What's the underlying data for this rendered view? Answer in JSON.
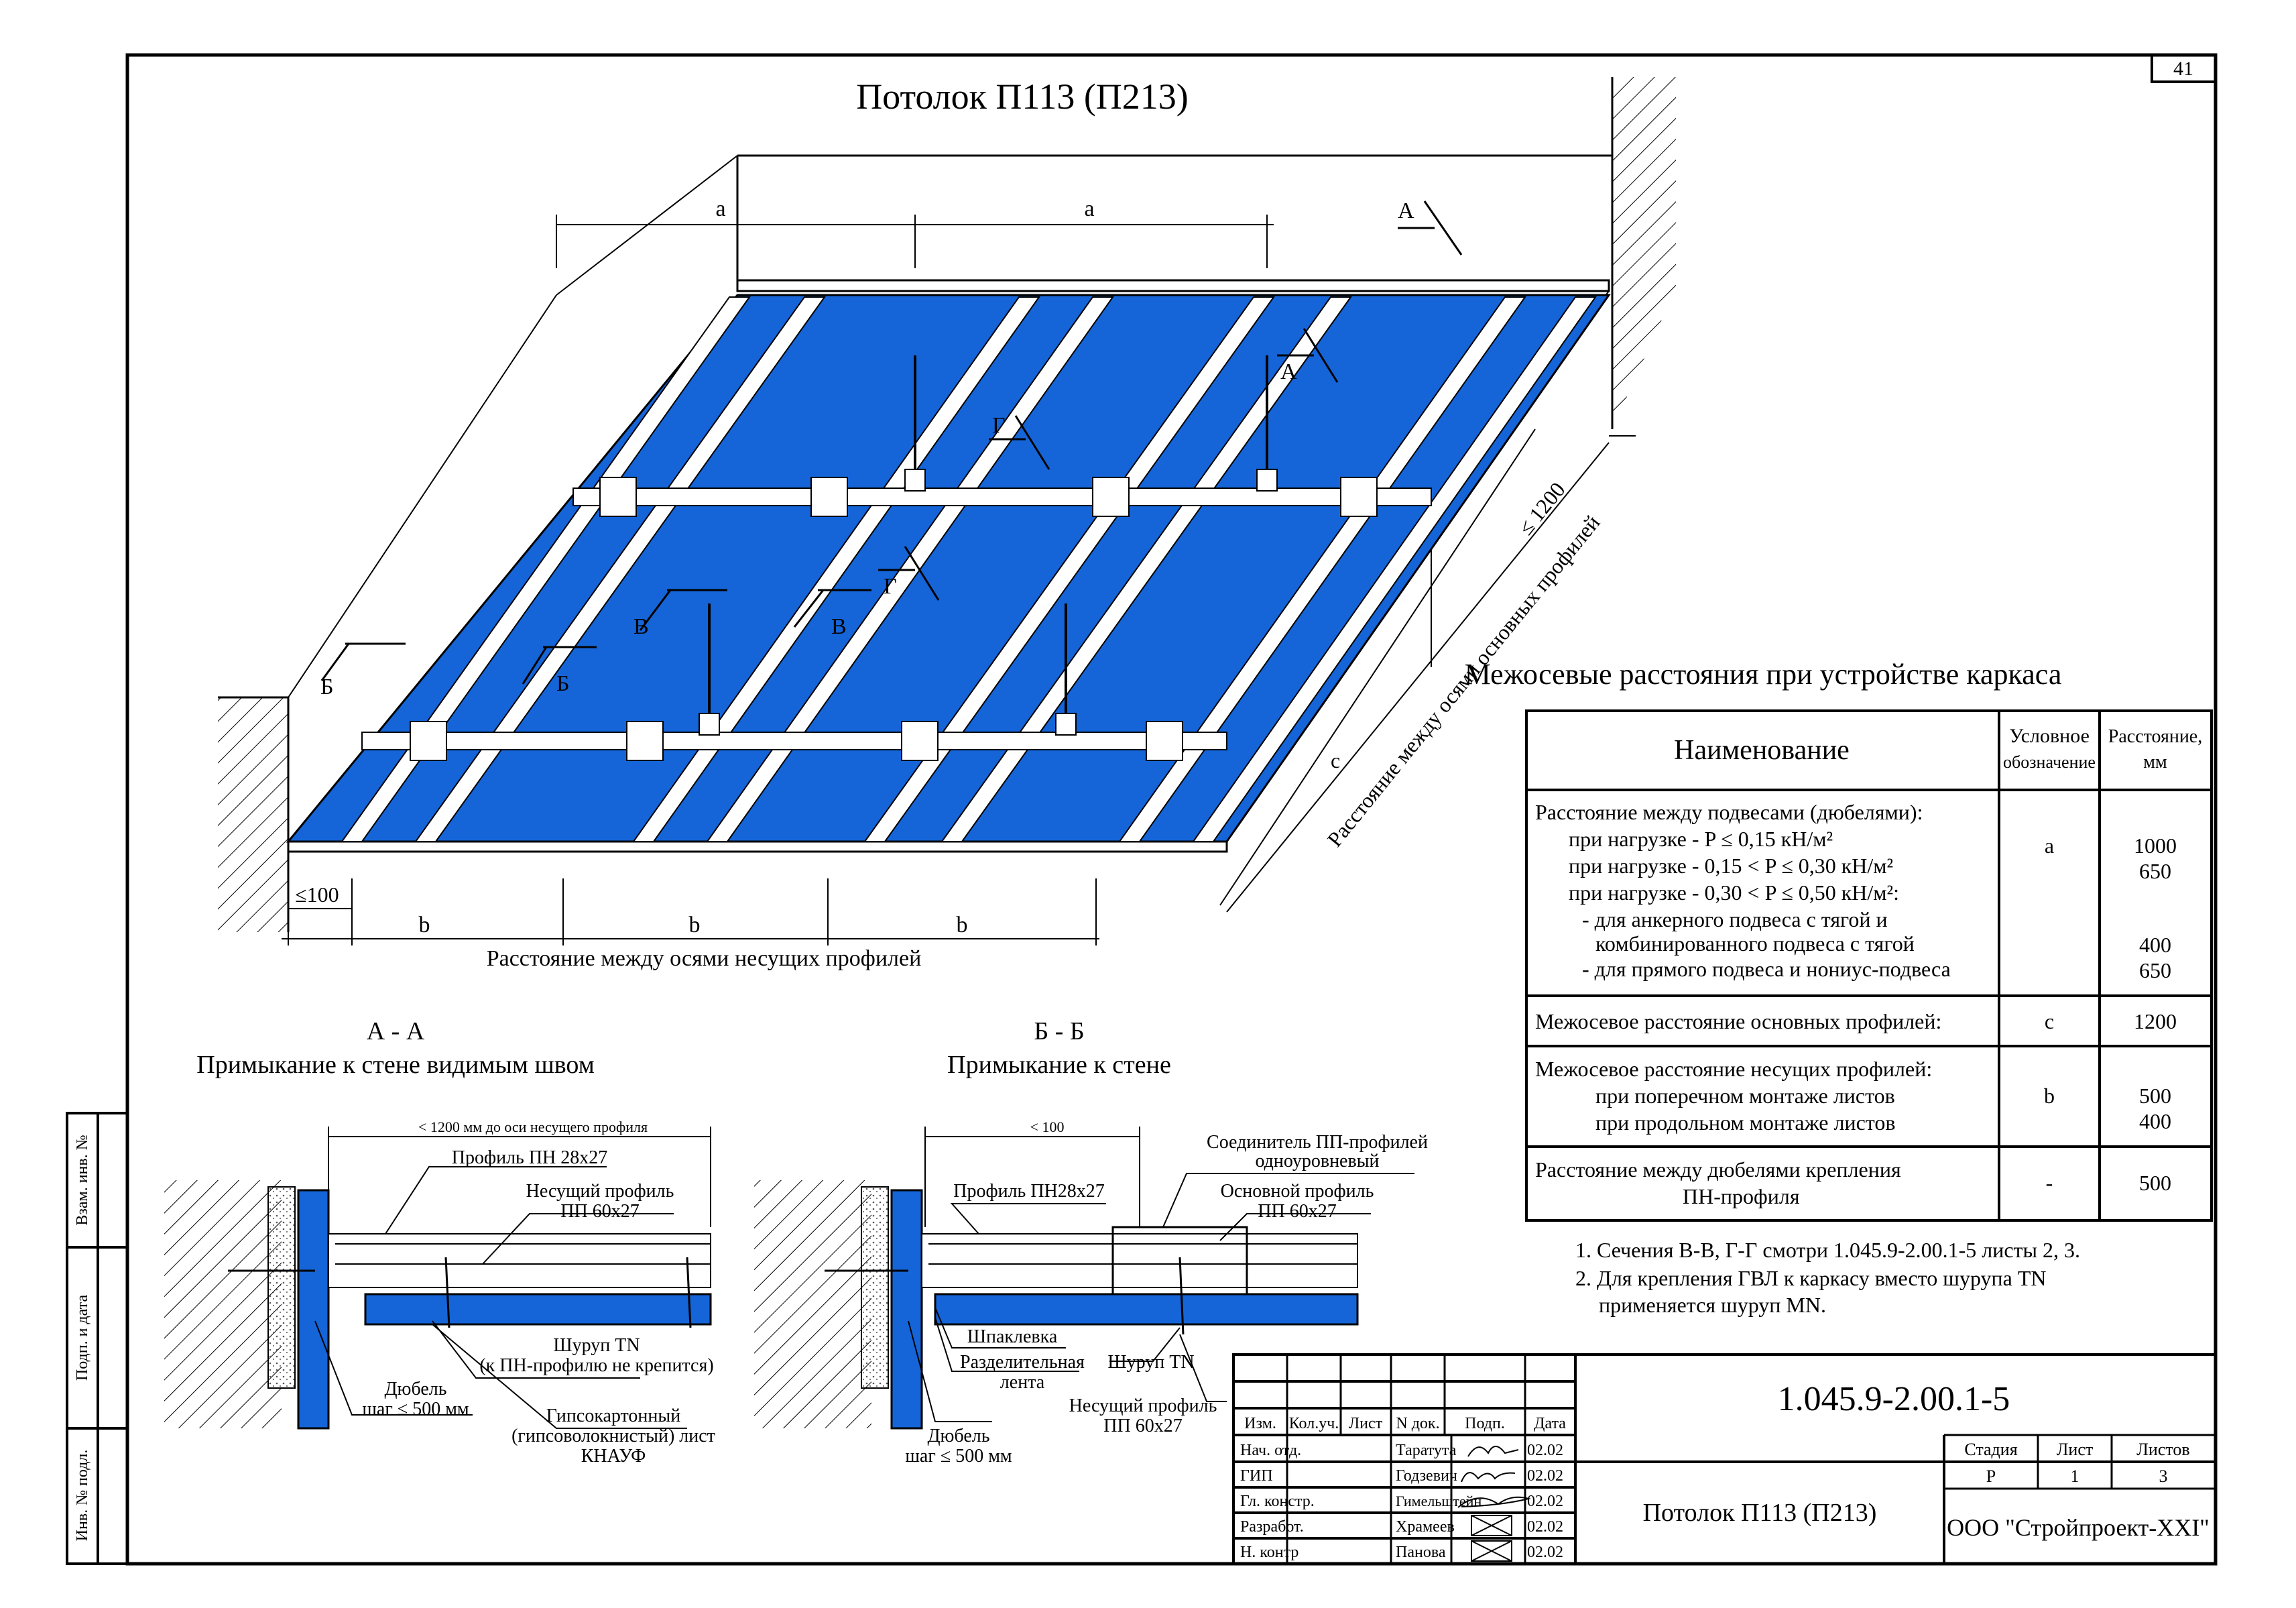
{
  "sheet_number": "41",
  "title": "Потолок П113 (П213)",
  "iso": {
    "dim_a": "a",
    "dim_b": "b",
    "dim_c": "c",
    "edge_100": "≤100",
    "c_max": "≤ 1200",
    "label_main_axes": "Расстояние между осями основных профилей",
    "label_bearing_axes": "Расстояние между осями несущих профилей",
    "sec_A": "А",
    "sec_B": "Б",
    "sec_V": "В",
    "sec_G": "Г"
  },
  "table": {
    "title": "Межосевые расстояния при устройстве каркаса",
    "headers": {
      "name": "Наименование",
      "symbol_1": "Условное",
      "symbol_2": "обозначение",
      "dist_1": "Расстояние,",
      "dist_2": "мм"
    },
    "row1": {
      "lines": [
        "Расстояние между подвесами (дюбелями):",
        "при нагрузке -             P ≤ 0,15 кН/м²",
        "при нагрузке -  0,15 < P ≤ 0,30 кН/м²",
        "при нагрузке -  0,30 < P ≤ 0,50 кН/м²:",
        "- для анкерного подвеса с тягой и",
        "комбинированного подвеса с тягой",
        "- для прямого подвеса и нониус-подвеса"
      ],
      "symbol": "a",
      "values": [
        "1000",
        "650",
        "400",
        "650"
      ]
    },
    "row2": {
      "name": "Межосевое расстояние основных профилей:",
      "symbol": "c",
      "value": "1200"
    },
    "row3": {
      "lines": [
        "Межосевое расстояние несущих профилей:",
        "при поперечном монтаже листов",
        "при продольном монтаже листов"
      ],
      "symbol": "b",
      "values": [
        "500",
        "400"
      ]
    },
    "row4": {
      "lines": [
        "Расстояние между дюбелями крепления",
        "ПН-профиля"
      ],
      "symbol": "-",
      "value": "500"
    }
  },
  "notes": [
    "1. Сечения В-В, Г-Г смотри 1.045.9-2.00.1-5 листы 2, 3.",
    "2. Для крепления ГВЛ к каркасу вместо шурупа TN",
    "применяется шуруп MN."
  ],
  "sectionA": {
    "title": "А - А",
    "subtitle": "Примыкание к стене видимым швом",
    "dim": "< 1200 мм до оси несущего профиля",
    "labels": {
      "pn": "Профиль ПН 28х27",
      "carrier_1": "Несущий профиль",
      "carrier_2": "ПП 60х27",
      "screw_1": "Шуруп TN",
      "screw_2": "(к ПН-профилю не крепится)",
      "dowel_1": "Дюбель",
      "dowel_2": "шаг ≤ 500 мм",
      "board_1": "Гипсокартонный",
      "board_2": "(гипсоволокнистый) лист",
      "board_3": "КНАУФ"
    }
  },
  "sectionB": {
    "title": "Б - Б",
    "subtitle": "Примыкание к стене",
    "dim": "< 100",
    "labels": {
      "connector_1": "Соединитель ПП-профилей",
      "connector_2": "одноуровневый",
      "pn": "Профиль ПН28х27",
      "main_1": "Основной профиль",
      "main_2": "ПП 60х27",
      "putty": "Шпаклевка",
      "tape_1": "Разделительная",
      "tape_2": "лента",
      "screw": "Шуруп TN",
      "carrier_1": "Несущий профиль",
      "carrier_2": "ПП 60х27",
      "dowel_1": "Дюбель",
      "dowel_2": "шаг ≤ 500 мм"
    }
  },
  "side_stamp": [
    "Взам. инв. №",
    "Подп. и дата",
    "Инв. № подл."
  ],
  "stamp": {
    "code": "1.045.9-2.00.1-5",
    "headers": [
      "Изм.",
      "Кол.уч.",
      "Лист",
      "N док.",
      "Подп.",
      "Дата"
    ],
    "rows": [
      {
        "role": "Нач. отд.",
        "name": "Таратута",
        "date": "02.02"
      },
      {
        "role": "ГИП",
        "name": "Годзевич",
        "date": "02.02"
      },
      {
        "role": "Гл. констр.",
        "name": "Гимельштейн",
        "date": "02.02"
      },
      {
        "role": "Разработ.",
        "name": "Храмеев",
        "date": "02.02"
      },
      {
        "role": "Н. контр",
        "name": "Панова",
        "date": "02.02"
      }
    ],
    "doc_title": "Потолок П113 (П213)",
    "stage_header": "Стадия",
    "sheet_header": "Лист",
    "sheets_header": "Листов",
    "stage": "Р",
    "sheet": "1",
    "sheets": "3",
    "org": "ООО \"Стройпроект-XXI\""
  },
  "colors": {
    "board": "#1565d8",
    "line": "#000000",
    "profile": "#ffffff"
  }
}
